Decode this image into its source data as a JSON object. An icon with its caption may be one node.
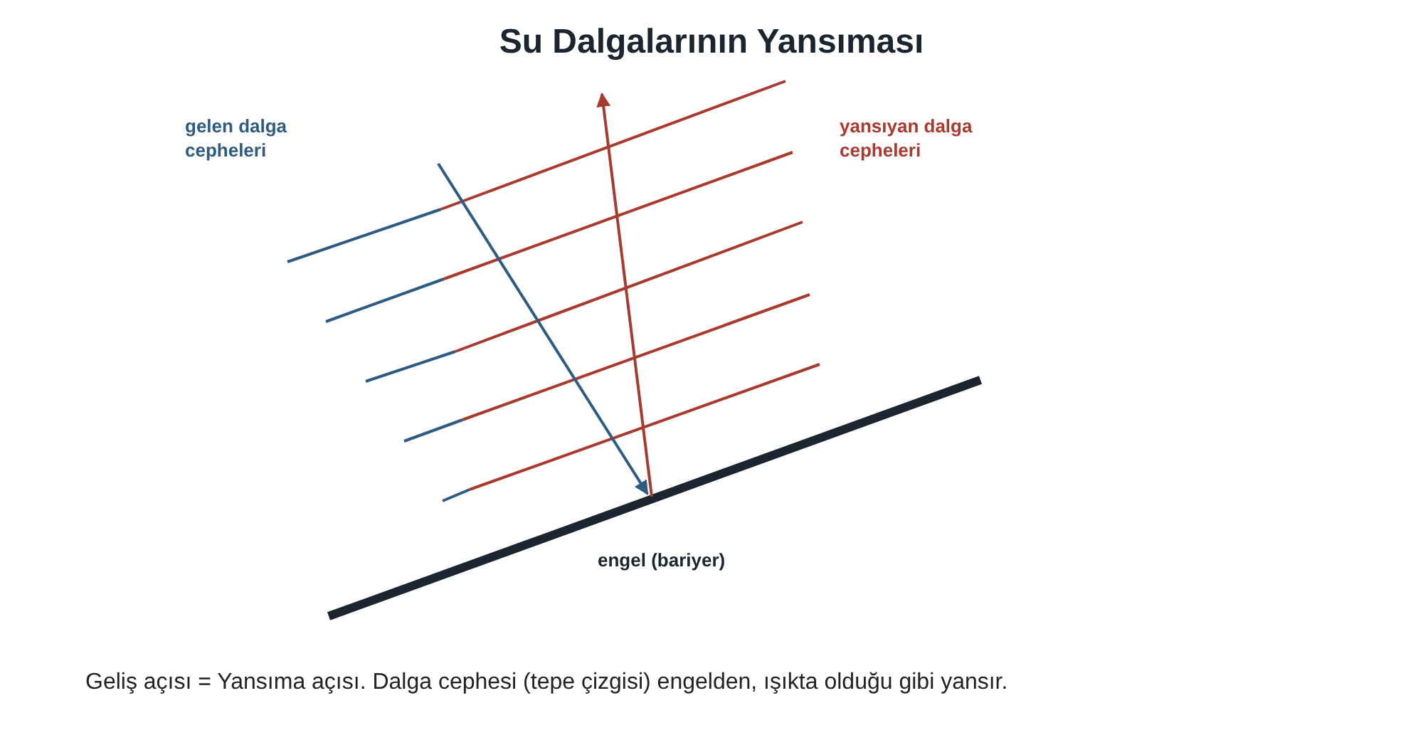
{
  "diagram": {
    "title": "Su Dalgalarının Yansıması",
    "caption": "Geliş açısı = Yansıma açısı. Dalga cephesi (tepe çizgisi) engelden, ışıkta olduğu gibi yansır.",
    "labels": [
      "gelen dalga cepheleri",
      "yansıyan dalga cepheleri",
      "engel (bariyer)"
    ]
  }
}
